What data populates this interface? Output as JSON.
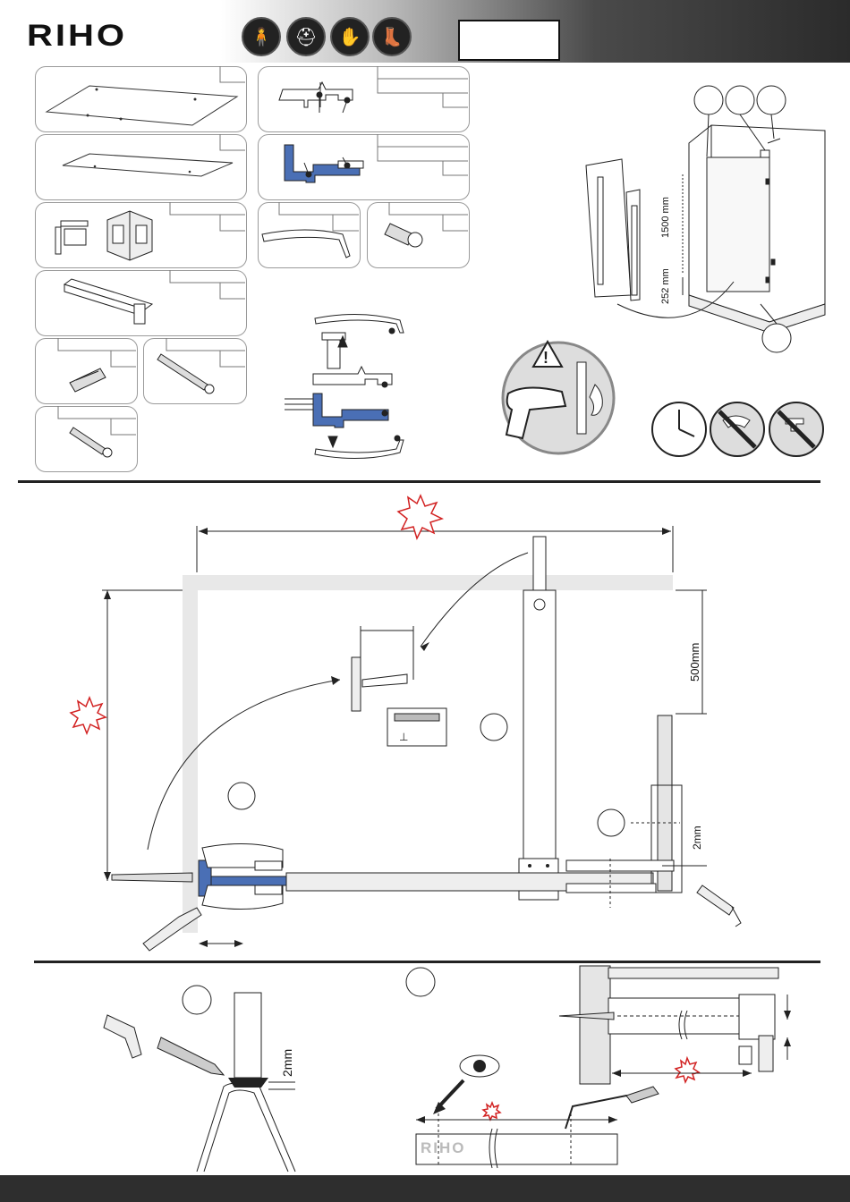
{
  "header": {
    "brand": "RIHO",
    "ppe_icons": [
      "coverall-icon",
      "face-shield-icon",
      "gloves-icon",
      "safety-boots-icon"
    ],
    "code_box": ""
  },
  "dimensions": {
    "height_1500": "1500 mm",
    "height_252": "252 mm",
    "offset_500": "500mm",
    "gap_2mm_a": "2mm",
    "gap_2mm_b": "2mm"
  },
  "profile_strip": {
    "brand": "RIHO"
  },
  "colors": {
    "accent_blue": "#4a6fb5",
    "warning_red": "#d22222",
    "dark": "#2e2e2e"
  }
}
